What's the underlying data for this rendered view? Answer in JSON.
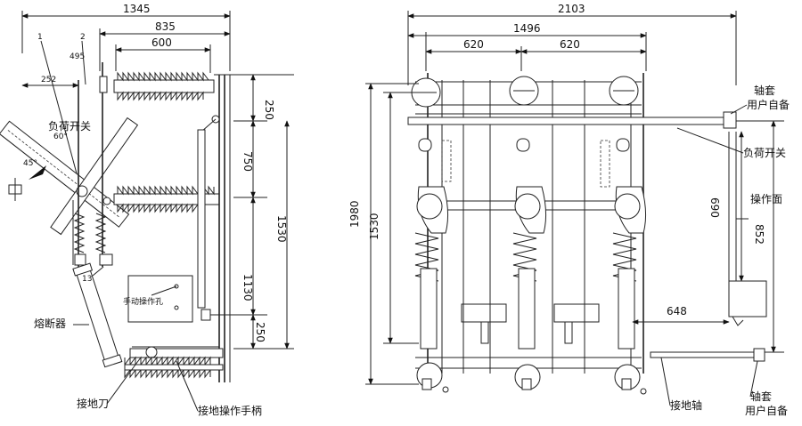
{
  "left_view": {
    "dims": {
      "d1345": "1345",
      "d835": "835",
      "d600": "600",
      "d252": "252",
      "d495": "495",
      "d60": "60°",
      "d45": "45°",
      "d250_top": "250",
      "d750": "750",
      "d1530": "1530",
      "d1130": "1130",
      "d250_bot": "250"
    },
    "callouts": {
      "n1": "1",
      "n2": "2",
      "n13": "13"
    },
    "labels": {
      "load_switch": "负荷开关",
      "manual_hole": "手动操作孔",
      "fuse": "熔断器",
      "earth_knife": "接地刀",
      "earth_handle": "接地操作手柄"
    }
  },
  "right_view": {
    "dims": {
      "d2103": "2103",
      "d1496": "1496",
      "d620a": "620",
      "d620b": "620",
      "d1980": "1980",
      "d1530": "1530",
      "d690": "690",
      "d852": "852",
      "d648": "648"
    },
    "labels": {
      "bushing_top": "轴套",
      "user_self_top": "用户自备",
      "load_switch": "负荷开关",
      "op_face": "操作面",
      "earth_shaft": "接地轴",
      "bushing_bot": "轴套",
      "user_self_bot": "用户自备"
    }
  }
}
